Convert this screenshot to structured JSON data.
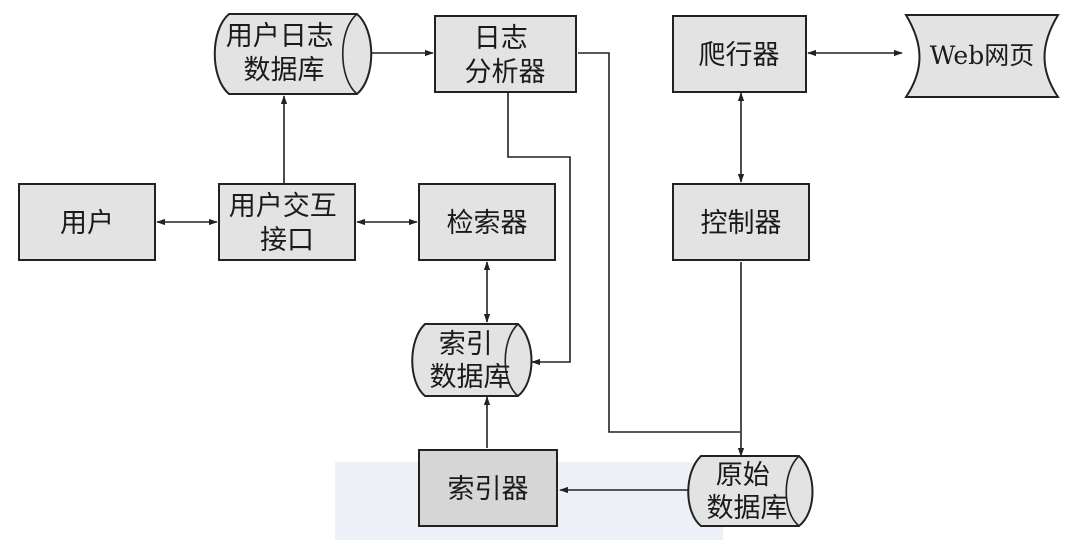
{
  "nodes": {
    "user": {
      "lines": [
        "用户"
      ]
    },
    "ui": {
      "lines": [
        "用户交互",
        "接口"
      ]
    },
    "userlogdb": {
      "lines": [
        "用户日志",
        "数据库"
      ]
    },
    "loganalyzer": {
      "lines": [
        "日志",
        "分析器"
      ]
    },
    "retriever": {
      "lines": [
        "检索器"
      ]
    },
    "indexdb": {
      "lines": [
        "索引",
        "数据库"
      ]
    },
    "indexer": {
      "lines": [
        "索引器"
      ]
    },
    "crawler": {
      "lines": [
        "爬行器"
      ]
    },
    "webpage": {
      "lines": [
        "Web网页"
      ]
    },
    "controller": {
      "lines": [
        "控制器"
      ]
    },
    "rawdb": {
      "lines": [
        "原始",
        "数据库"
      ]
    }
  },
  "colors": {
    "node_fill": "#e3e3e3",
    "stroke": "#222222",
    "indexer_fill": "#d6d6d6"
  }
}
